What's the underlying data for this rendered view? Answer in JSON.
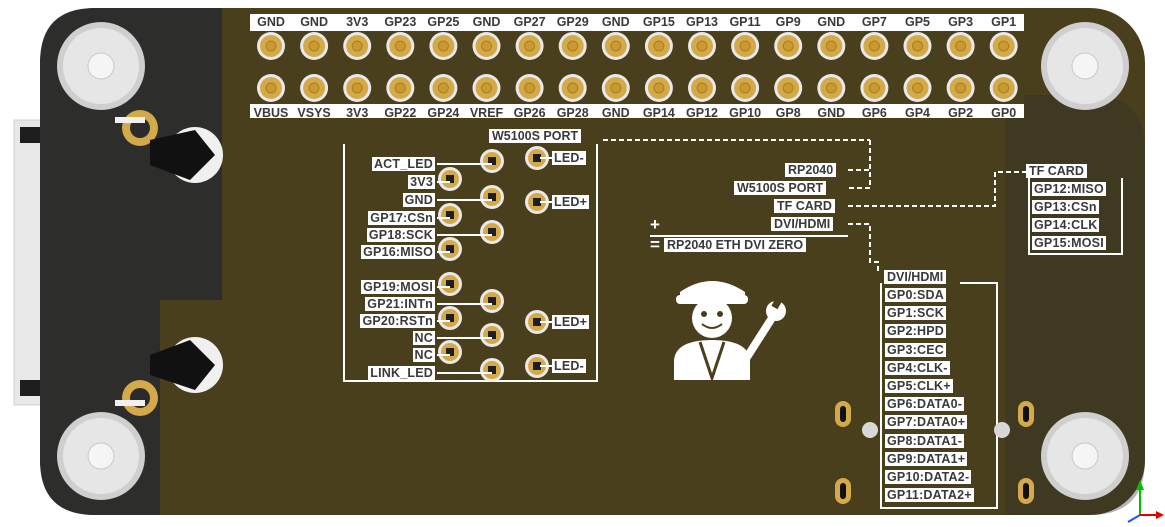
{
  "header": {
    "top_labels": [
      "GND",
      "GND",
      "3V3",
      "GP23",
      "GP25",
      "GND",
      "GP27",
      "GP29",
      "GND",
      "GP15",
      "GP13",
      "GP11",
      "GP9",
      "GND",
      "GP7",
      "GP5",
      "GP3",
      "GP1"
    ],
    "bottom_labels": [
      "VBUS",
      "VSYS",
      "3V3",
      "GP22",
      "GP24",
      "VREF",
      "GP26",
      "GP28",
      "GND",
      "GP14",
      "GP12",
      "GP10",
      "GP8",
      "GND",
      "GP6",
      "GP4",
      "GP2",
      "GP0"
    ]
  },
  "w5100s": {
    "title": "W5100S PORT",
    "left_labels": [
      "ACT_LED",
      "3V3",
      "GND",
      "GP17:CSn",
      "GP18:SCK",
      "GP16:MISO",
      "GP19:MOSI",
      "GP21:INTn",
      "GP20:RSTn",
      "NC",
      "NC",
      "LINK_LED"
    ],
    "led_labels": [
      "LED-",
      "LED+",
      "LED+",
      "LED-"
    ]
  },
  "center": {
    "labels": [
      "RP2040",
      "W5100S PORT",
      "TF CARD",
      "DVI/HDMI"
    ],
    "plus": "+",
    "equals": "=",
    "product": "RP2040 ETH DVI ZERO"
  },
  "tf_card": {
    "title": "TF CARD",
    "pins": [
      "GP12:MISO",
      "GP13:CSn",
      "GP14:CLK",
      "GP15:MOSI"
    ]
  },
  "dvi": {
    "title": "DVI/HDMI",
    "pins": [
      "GP0:SDA",
      "GP1:SCK",
      "GP2:HPD",
      "GP3:CEC",
      "GP4:CLK-",
      "GP5:CLK+",
      "GP6:DATA0-",
      "GP7:DATA0+",
      "GP8:DATA1-",
      "GP9:DATA1+",
      "GP10:DATA2-",
      "GP11:DATA2+"
    ]
  },
  "colors": {
    "board": "#4a3f1c",
    "board_dark": "#2b2b2b",
    "copper": "#d4a94a",
    "silk": "#ffffff",
    "hole": "#e6e6e6"
  },
  "icons": [
    "mascot-icon",
    "wrench-icon",
    "axis-icon"
  ]
}
